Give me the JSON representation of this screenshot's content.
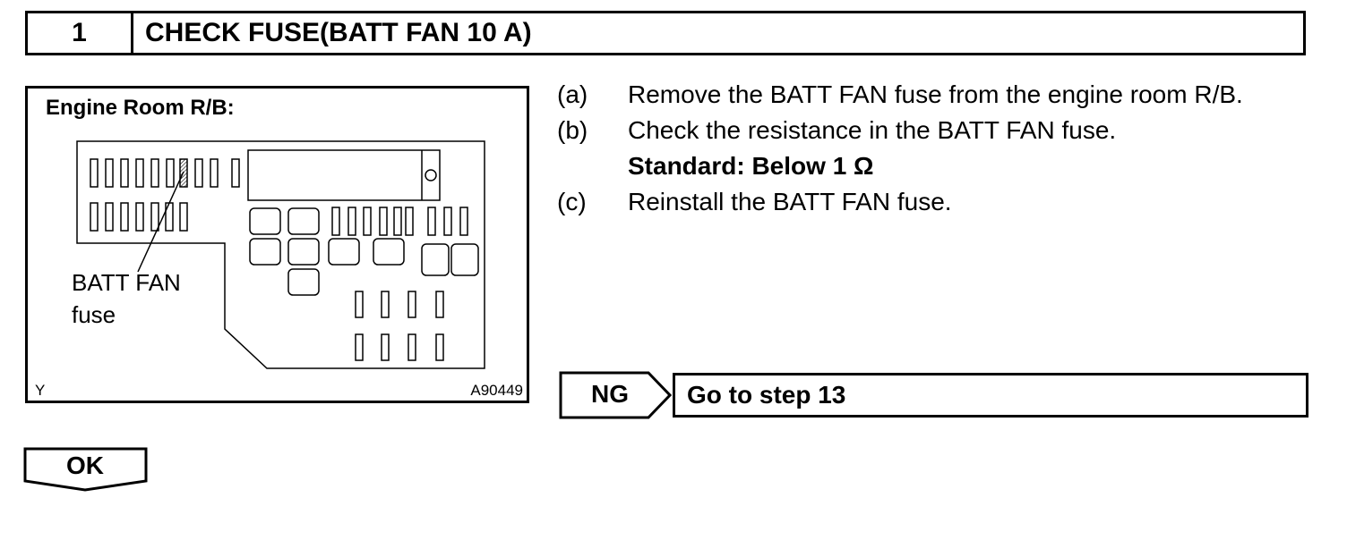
{
  "header": {
    "step_number": "1",
    "title": "CHECK FUSE(BATT FAN 10 A)"
  },
  "figure": {
    "title": "Engine Room R/B:",
    "label_line1": "BATT FAN",
    "label_line2": "fuse",
    "corner_left": "Y",
    "corner_right": "A90449"
  },
  "instructions": {
    "a_letter": "(a)",
    "a_text": "Remove the BATT FAN fuse from the engine room R/B.",
    "b_letter": "(b)",
    "b_text": "Check the resistance in the BATT FAN fuse.",
    "standard": "Standard: Below 1 Ω",
    "c_letter": "(c)",
    "c_text": "Reinstall the BATT FAN fuse."
  },
  "ng": {
    "label": "NG",
    "action": "Go to step 13"
  },
  "ok": {
    "label": "OK"
  }
}
